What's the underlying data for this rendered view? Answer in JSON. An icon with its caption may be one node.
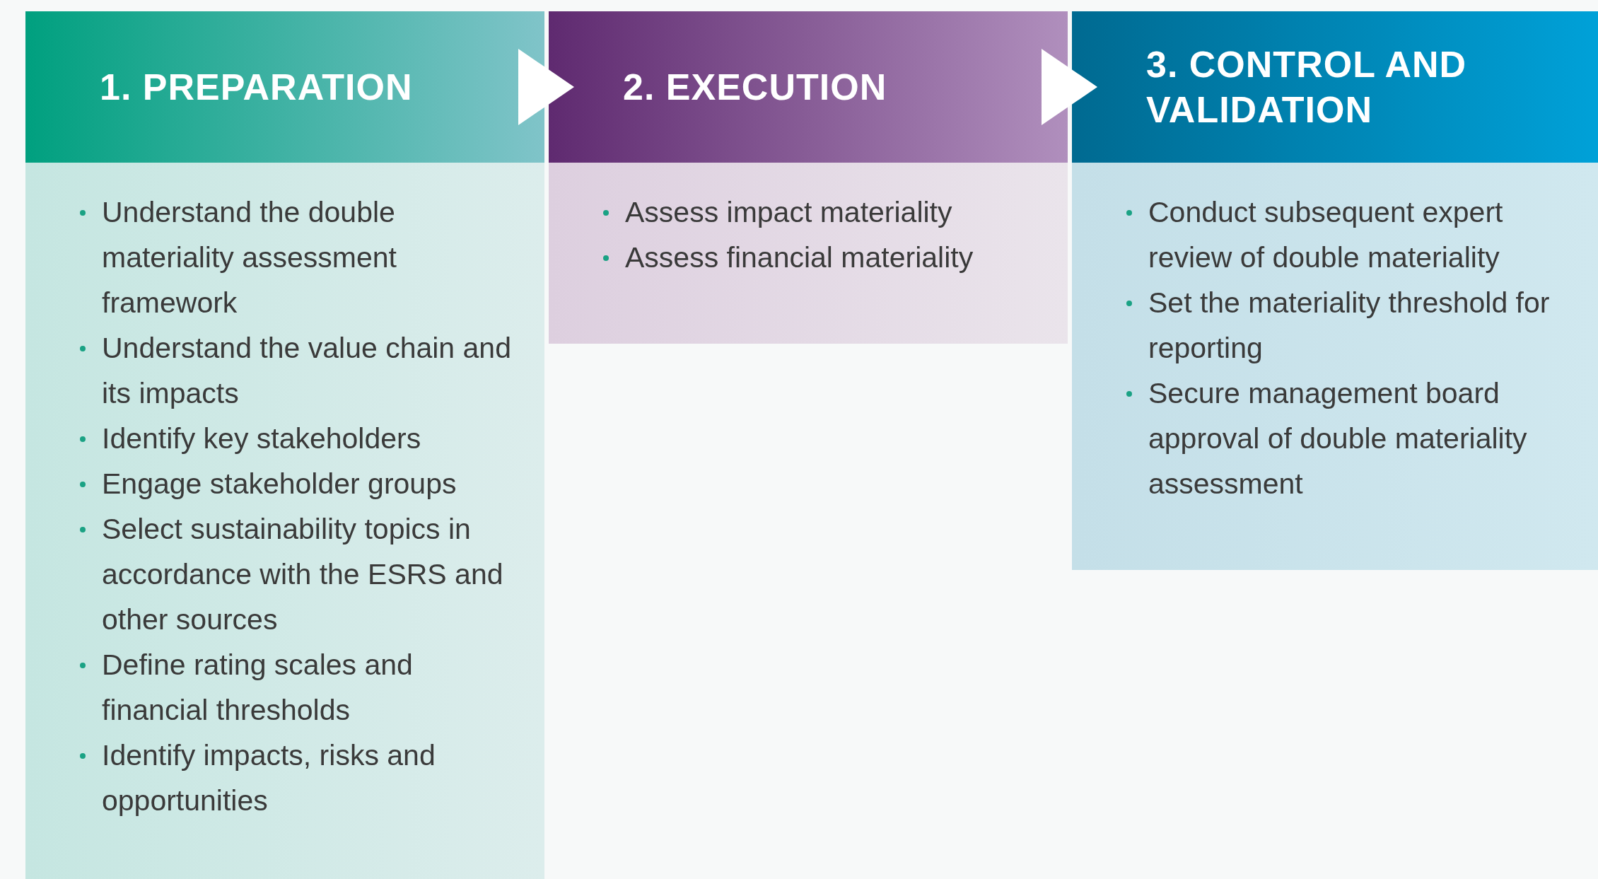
{
  "diagram": {
    "nodes": [
      {
        "text": [
          "1. PREPARATION"
        ]
      },
      {
        "text": [
          "Understand the double materiality assessment framework",
          "Understand the value chain and its impacts",
          "Identify key stakeholders",
          "Engage stakeholder groups",
          "Select sustainability topics in accordance with the ESRS and other sources",
          "Define rating scales and financial thresholds",
          "Identify impacts, risks and opportunities"
        ]
      },
      {
        "text": [
          "2. EXECUTION"
        ]
      },
      {
        "text": [
          "Assess impact materiality",
          "Assess financial materiality"
        ]
      },
      {
        "text": [
          "3. CONTROL AND VALIDATION"
        ]
      },
      {
        "text": [
          "Conduct subsequent expert review of double materiality",
          "Set the materiality threshold for reporting",
          "Secure management board approval of double materiality assessment"
        ]
      }
    ],
    "edges": [
      {
        "from": 0,
        "to": 2,
        "arrow": "to"
      },
      {
        "from": 2,
        "to": 4,
        "arrow": "to"
      }
    ]
  }
}
